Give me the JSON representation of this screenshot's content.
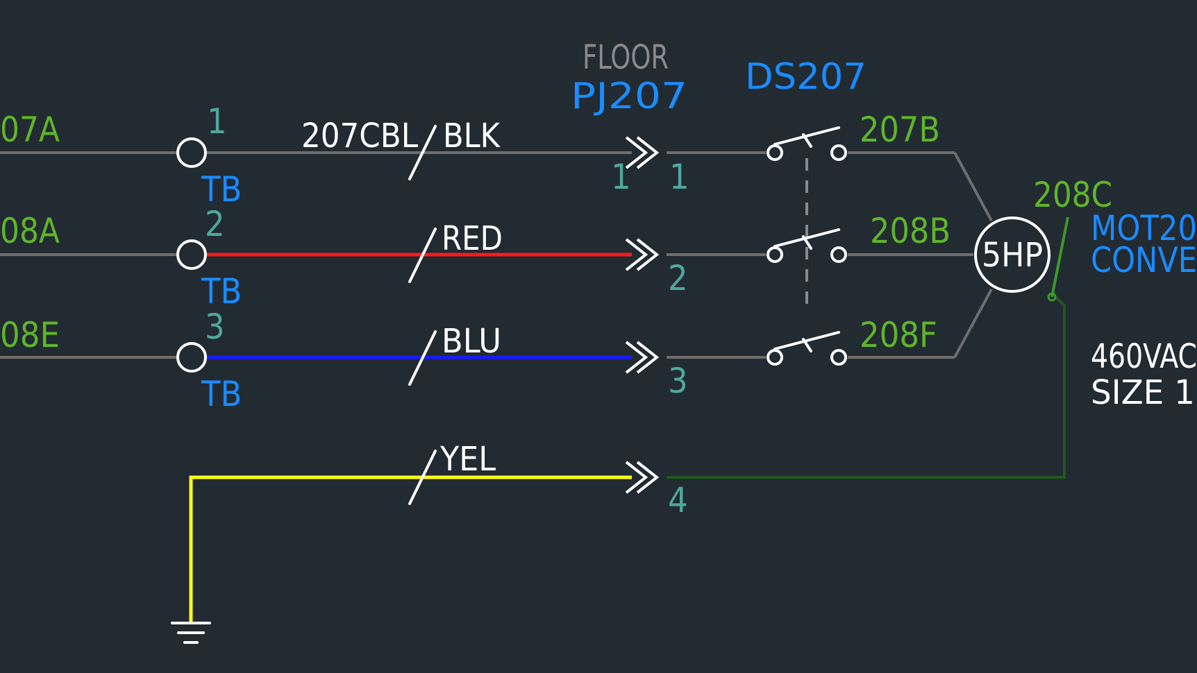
{
  "colors": {
    "background": "#222a32",
    "wire_gray": "#6e6e6e",
    "wire_red": "#ff1a1a",
    "wire_blue": "#1a1aff",
    "wire_yellow": "#ffff1a",
    "wire_green": "#1f5a1f",
    "label_green": "#5fb52a",
    "label_blue": "#1a8cff",
    "label_teal": "#4fa89a",
    "label_gray": "#8a8a8a",
    "label_white": "#ffffff"
  },
  "wire_tags": {
    "row1_left": "07A",
    "row2_left": "08A",
    "row3_left": "08E",
    "row1_right": "207B",
    "row2_right": "208B",
    "row3_right": "208F",
    "motor_tag": "208C"
  },
  "terminal_block": {
    "label": "TB",
    "numbers": [
      "1",
      "2",
      "3"
    ]
  },
  "cable": {
    "name": "207CBL",
    "conductors": [
      "BLK",
      "RED",
      "BLU",
      "YEL"
    ]
  },
  "plug": {
    "location": "FLOOR",
    "tag": "PJ207",
    "left_pin": "1",
    "pins": [
      "1",
      "2",
      "3",
      "4"
    ]
  },
  "disconnect": {
    "tag": "DS207"
  },
  "motor": {
    "rating": "5HP",
    "tag_partial": "MOT20",
    "desc_partial": "CONVE",
    "voltage_partial": "460VAC",
    "size_partial": "SIZE 1"
  },
  "icons": {
    "ground": "ground-icon",
    "terminal": "terminal-circle-icon",
    "plug": "plug-chevron-icon",
    "switch": "disconnect-switch-icon"
  }
}
